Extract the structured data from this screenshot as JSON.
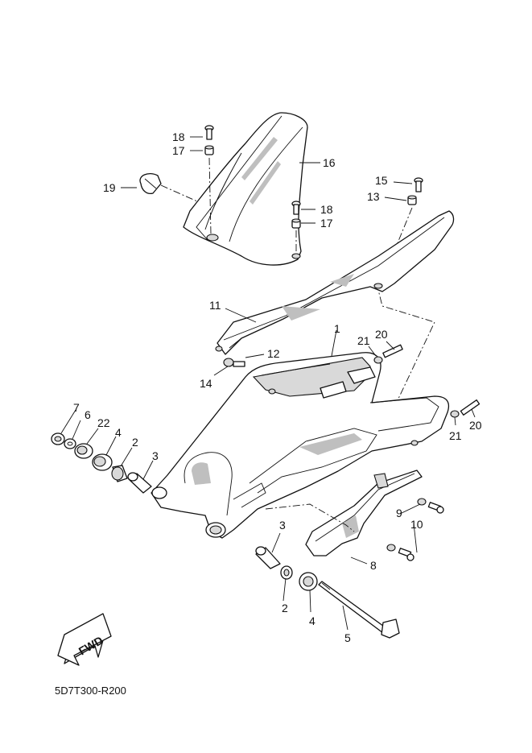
{
  "diagram_code": "5D7T300-R200",
  "fwd_label": "FWD",
  "callouts": [
    "18",
    "17",
    "16",
    "19",
    "15",
    "13",
    "18",
    "17",
    "11",
    "1",
    "21",
    "20",
    "12",
    "14",
    "7",
    "6",
    "22",
    "4",
    "2",
    "3",
    "21",
    "20",
    "3",
    "9",
    "10",
    "8",
    "2",
    "4",
    "5"
  ],
  "colors": {
    "line": "#111111",
    "shade": "#bfbfbf",
    "background": "#ffffff"
  }
}
